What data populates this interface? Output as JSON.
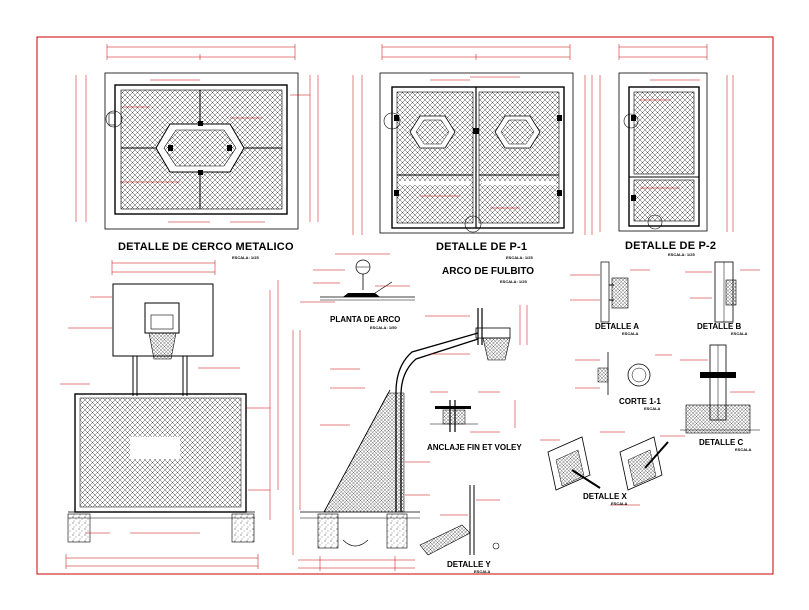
{
  "sheet": {
    "border_color": "#cc0000",
    "line_color": "#000000",
    "accent_color": "#cc0000"
  },
  "details": {
    "cerco": {
      "title": "DETALLE DE CERCO METALICO",
      "scale": "ESCALA: 1/25"
    },
    "p1": {
      "title": "DETALLE DE P-1",
      "scale": "ESCALA: 1/25"
    },
    "p2": {
      "title": "DETALLE DE P-2",
      "scale": "ESCALA: 1/25"
    },
    "planta_arco": {
      "title": "PLANTA DE ARCO",
      "scale": "ESCALA: 1/50"
    },
    "arco_fulbito": {
      "title": "ARCO DE FULBITO",
      "scale": "ESCALA: 1/25"
    },
    "anclaje": {
      "title": "ANCLAJE FIN ET VOLEY"
    },
    "detalle_a": {
      "title": "DETALLE A",
      "scale": "ESCALA"
    },
    "detalle_b": {
      "title": "DETALLE B",
      "scale": "ESCALA"
    },
    "corte_11": {
      "title": "CORTE 1-1",
      "scale": "ESCALA"
    },
    "detalle_c": {
      "title": "DETALLE C",
      "scale": "ESCALA"
    },
    "detalle_x": {
      "title": "DETALLE X",
      "scale": "ESCALA"
    },
    "detalle_y": {
      "title": "DETALLE Y",
      "scale": "ESCALA"
    }
  }
}
